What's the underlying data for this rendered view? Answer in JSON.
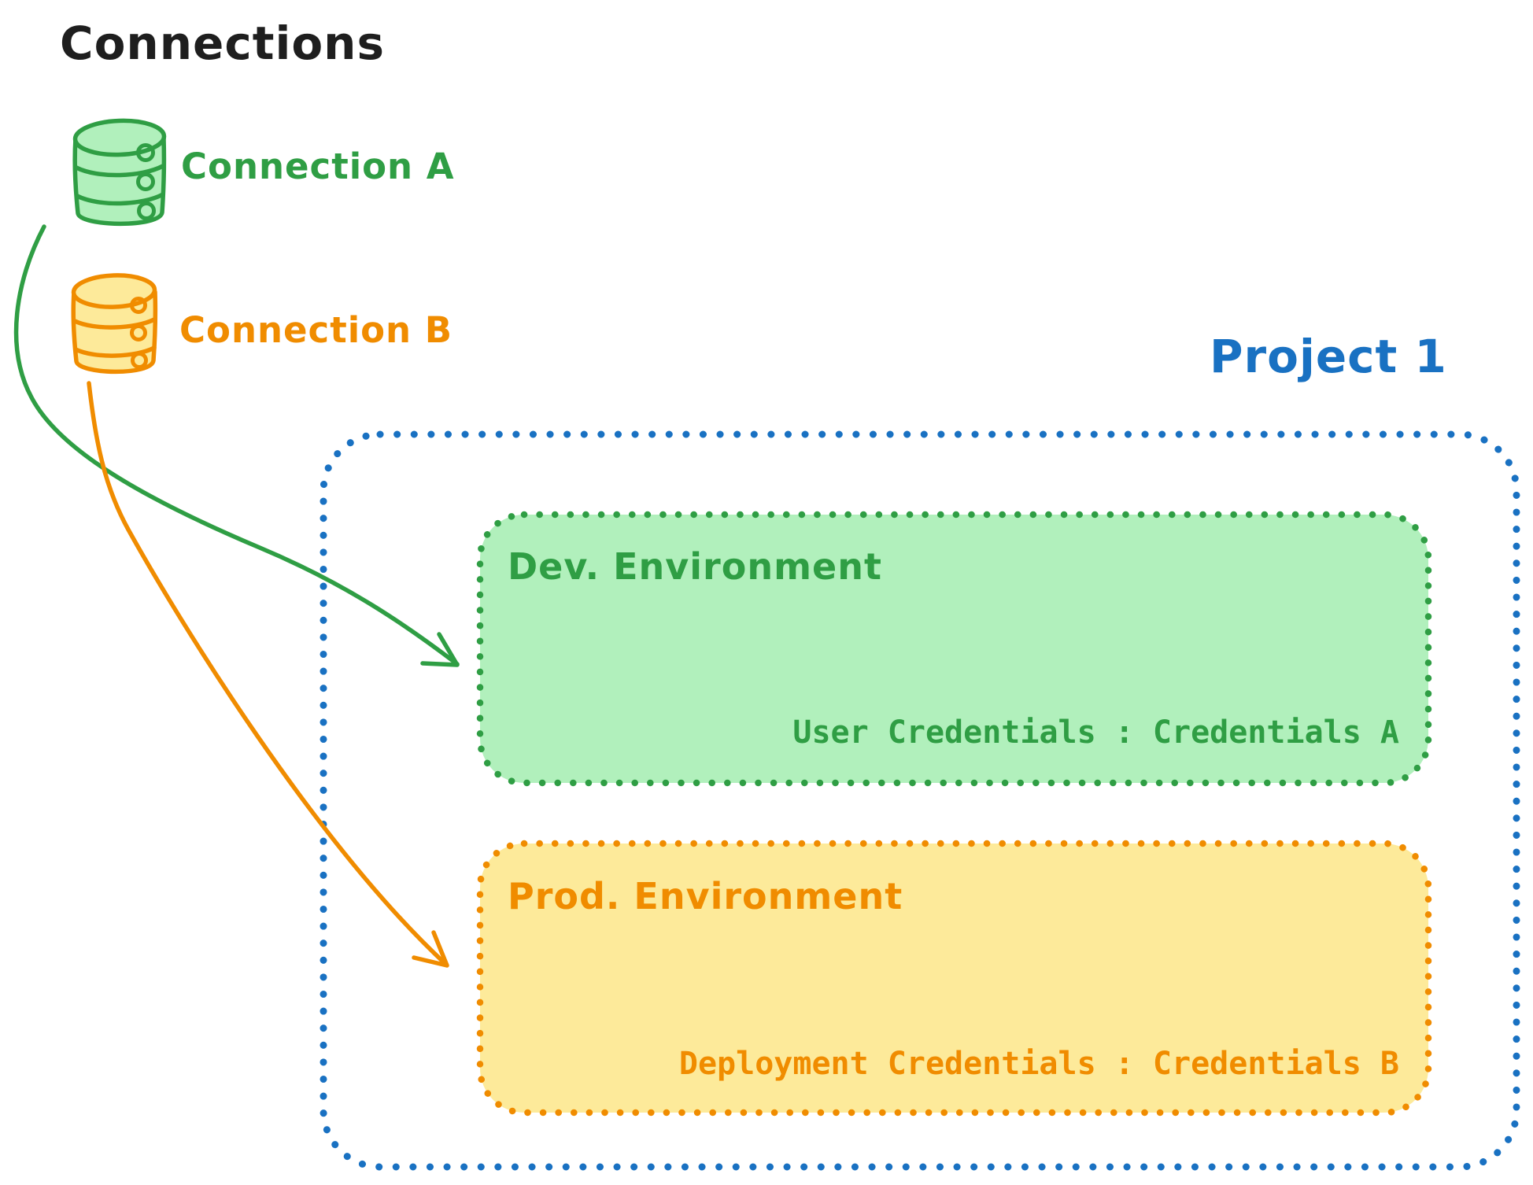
{
  "title": "Connections",
  "colors": {
    "text": "#1e1e1e",
    "blue": "#1971c2",
    "green": "#2f9e44",
    "green_fill": "#b1f0bc",
    "orange": "#f08c00",
    "orange_fill": "#fdea9a",
    "background": "#ffffff"
  },
  "connections": [
    {
      "label": "Connection A",
      "icon": "database-icon",
      "color": "#2f9e44",
      "fill": "#b1f0bc"
    },
    {
      "label": "Connection B",
      "icon": "database-icon",
      "color": "#f08c00",
      "fill": "#fdea9a"
    }
  ],
  "project": {
    "label": "Project 1",
    "color": "#1971c2",
    "environments": [
      {
        "name": "Dev. Environment",
        "credentials": "User Credentials : Credentials A",
        "stroke": "#2f9e44",
        "fill": "#b1f0bc"
      },
      {
        "name": "Prod. Environment",
        "credentials": "Deployment Credentials : Credentials B",
        "stroke": "#f08c00",
        "fill": "#fdea9a"
      }
    ]
  }
}
